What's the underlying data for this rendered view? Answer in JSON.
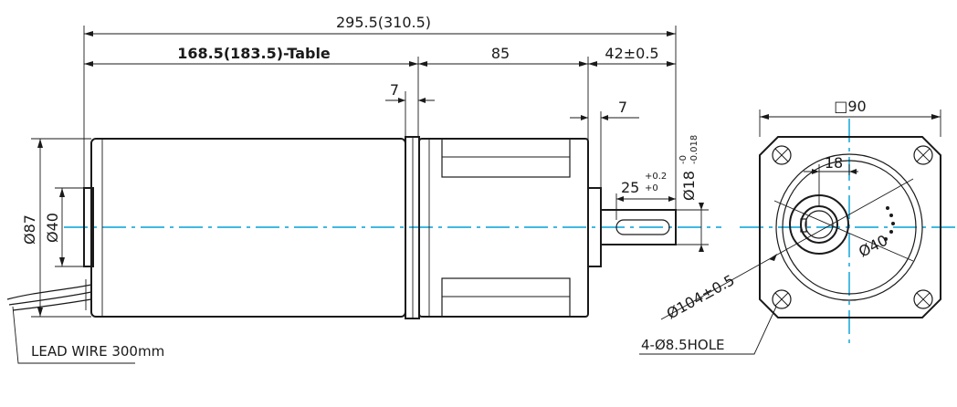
{
  "dimensions": {
    "overall_length": "295.5(310.5)",
    "body_length": "168.5(183.5)-Table",
    "gear_length": "85",
    "shaft_length": "42±0.5",
    "flange_thickness": "7",
    "pilot_length": "7",
    "key_length": "25",
    "key_tol_upper": "+0.2",
    "key_tol_lower": "+0",
    "shaft_dia": "Ø18",
    "shaft_tol_upper": "-0",
    "shaft_tol_lower": "-0.018",
    "motor_dia": "Ø87",
    "pilot_dia": "Ø40",
    "flange_size": "□90",
    "key_width": "18",
    "pcd": "Ø104±0.5",
    "boss_dia": "Ø40",
    "holes": "4-Ø8.5HOLE"
  },
  "labels": {
    "lead_wire": "LEAD WIRE 300mm"
  }
}
